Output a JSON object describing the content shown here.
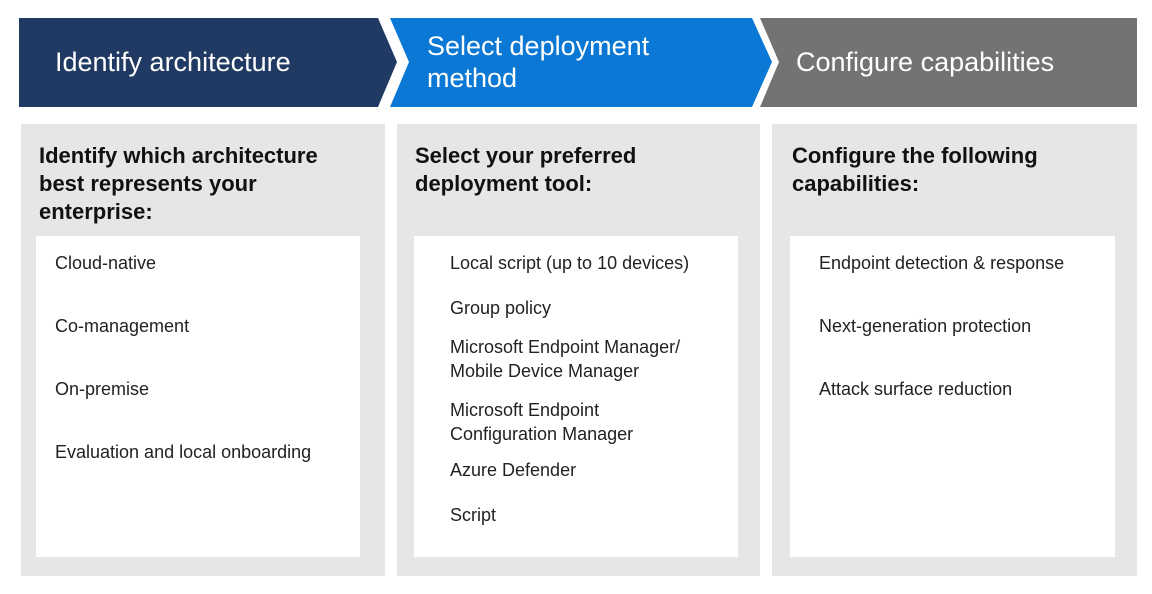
{
  "colors": {
    "step1": "#213a63",
    "step2": "#0a78d4",
    "step3": "#737373",
    "panel": "#e6e6e6",
    "list_bg": "#ffffff"
  },
  "steps": [
    {
      "label": "Identify architecture"
    },
    {
      "label": "Select deployment\nmethod"
    },
    {
      "label": "Configure capabilities"
    }
  ],
  "columns": [
    {
      "title": "Identify which architecture best represents your enterprise:",
      "items": [
        "Cloud-native",
        "Co-management",
        "On-premise",
        "Evaluation and local onboarding"
      ]
    },
    {
      "title": "Select your preferred deployment tool:",
      "items": [
        "Local script (up to 10 devices)",
        "Group policy",
        "Microsoft Endpoint Manager/\nMobile Device Manager",
        "Microsoft Endpoint\nConfiguration Manager",
        "Azure Defender",
        "Script"
      ]
    },
    {
      "title": "Configure the following capabilities:",
      "items": [
        "Endpoint detection & response",
        "Next-generation protection",
        "Attack surface reduction"
      ]
    }
  ]
}
